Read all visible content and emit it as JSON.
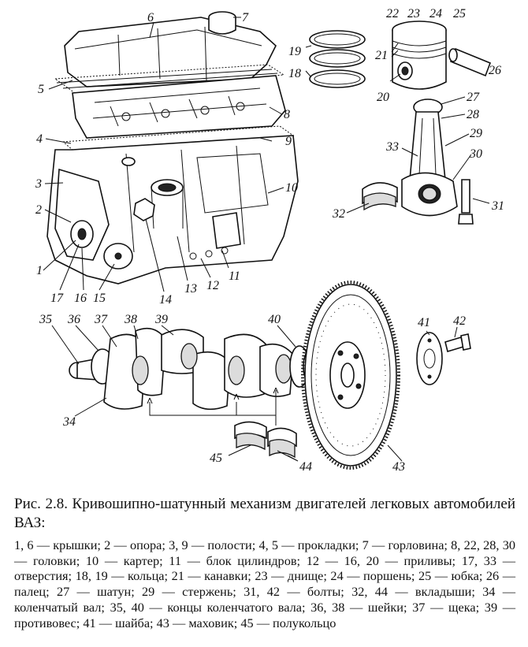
{
  "figure": {
    "title": "Рис. 2.8. Кривошипно-шатунный механизм двигателей легковых автомобилей ВАЗ:",
    "legend": "1, 6 — крышки; 2 — опора; 3, 9 — полости; 4, 5 — прокладки; 7 — горловина; 8, 22, 28, 30 — головки; 10 — картер; 11 — блок цилиндров; 12 — 16, 20 — приливы; 17, 33 — отверстия; 18, 19 — кольца; 21 — канавки; 23 — днище; 24 — поршень; 25 — юбка; 26 — палец; 27 — шатун; 29 — стержень; 31, 42 — болты; 32, 44 — вкладыши; 34 — коленчатый вал; 35, 40 — концы коленчатого вала; 36, 38 — шейки; 37 — щека; 39 — противовес; 41 — шайба; 43 — маховик; 45 — полукольцо"
  },
  "callouts": {
    "n1": "1",
    "n2": "2",
    "n3": "3",
    "n4": "4",
    "n5": "5",
    "n6": "6",
    "n7": "7",
    "n8": "8",
    "n9": "9",
    "n10": "10",
    "n11": "11",
    "n12": "12",
    "n13": "13",
    "n14": "14",
    "n15": "15",
    "n16": "16",
    "n17": "17",
    "n18": "18",
    "n19": "19",
    "n20": "20",
    "n21": "21",
    "n22": "22",
    "n23": "23",
    "n24": "24",
    "n25": "25",
    "n26": "26",
    "n27": "27",
    "n28": "28",
    "n29": "29",
    "n30": "30",
    "n31": "31",
    "n32": "32",
    "n33": "33",
    "n34": "34",
    "n35": "35",
    "n36": "36",
    "n37": "37",
    "n38": "38",
    "n39": "39",
    "n40": "40",
    "n41": "41",
    "n42": "42",
    "n43": "43",
    "n44": "44",
    "n45": "45"
  }
}
